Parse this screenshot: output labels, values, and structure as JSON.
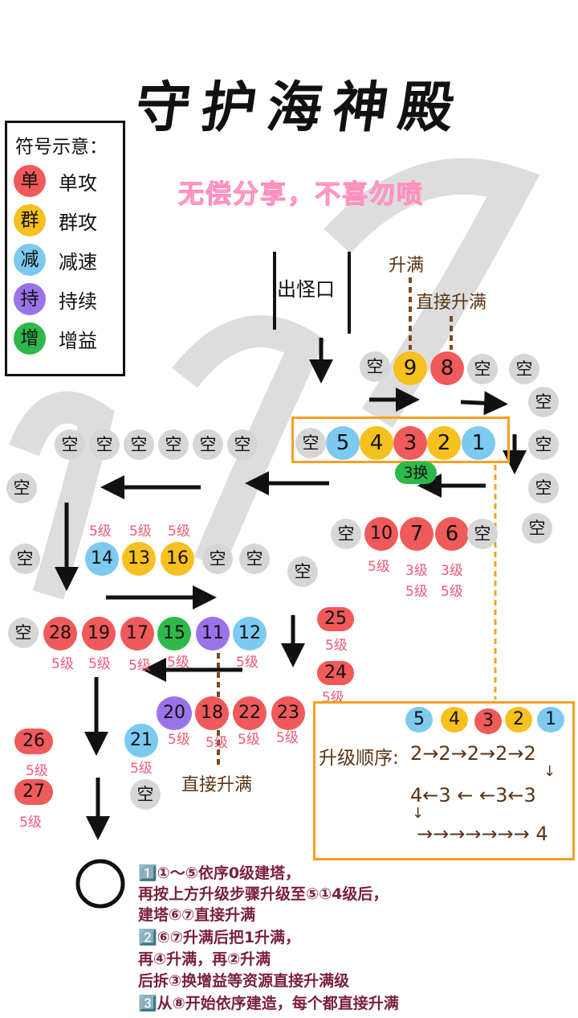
{
  "title": "守护海神殿",
  "subtitle": "无偿分享，不喜勿喷",
  "legend": {
    "title": "符号示意：",
    "items": [
      {
        "sym": "单",
        "label": "单攻",
        "color": "#f05a5a"
      },
      {
        "sym": "群",
        "label": "群攻",
        "color": "#f6c01e"
      },
      {
        "sym": "减",
        "label": "减速",
        "color": "#7ccaf0"
      },
      {
        "sym": "持",
        "label": "持续",
        "color": "#9a73e8"
      },
      {
        "sym": "增",
        "label": "增益",
        "color": "#2eb84a"
      }
    ]
  },
  "labels": {
    "spawn": "出怪口",
    "upgrade_full": "升满",
    "direct_full": "直接升满",
    "direct_full_2": "直接升满",
    "swap3": "3换"
  },
  "empty": "空",
  "level5": "5级",
  "level3": "3级",
  "towers": {
    "t1": "1",
    "t2": "2",
    "t3": "3",
    "t4": "4",
    "t5": "5",
    "t6": "6",
    "t7": "7",
    "t8": "8",
    "t9": "9",
    "t10": "10",
    "t11": "11",
    "t12": "12",
    "t13": "13",
    "t14": "14",
    "t15": "15",
    "t16": "16",
    "t17": "17",
    "t18": "18",
    "t19": "19",
    "t20": "20",
    "t21": "21",
    "t22": "22",
    "t23": "23",
    "t24": "24",
    "t25": "25",
    "t26": "26",
    "t27": "27",
    "t28": "28"
  },
  "upgrade_box": {
    "towers": [
      "5",
      "4",
      "3",
      "2",
      "1"
    ],
    "label": "升级顺序:",
    "line1": "2→2→2→2→2",
    "down1": "↓",
    "line2": "4←3 ← ←3←3",
    "down2": "↓",
    "line3": "→→→→→→→ 4"
  },
  "notes": [
    "1️⃣①～⑤依序0级建塔，",
    "再按上方升级步骤升级至⑤①4级后，",
    "建塔⑥⑦直接升满",
    "2️⃣⑥⑦升满后把1升满，",
    "再④升满，再②升满",
    "后拆③换增益等资源直接升满级",
    "3️⃣从⑧开始依序建造，每个都直接升满"
  ],
  "colors": {
    "red": "#f05a5a",
    "yellow": "#f6c01e",
    "blue": "#7ccaf0",
    "purple": "#9a73e8",
    "green": "#2eb84a",
    "empty": "#d6d6d6",
    "orange": "#f5a020",
    "brown": "#7a4a22"
  }
}
